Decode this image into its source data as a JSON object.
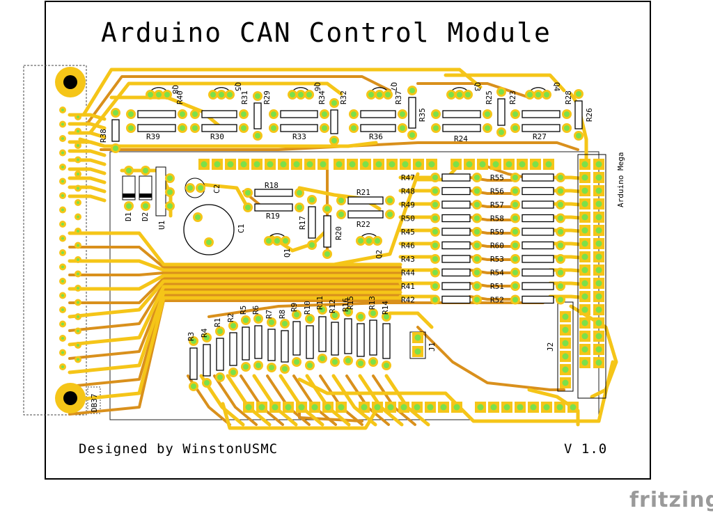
{
  "board": {
    "title": "Arduino CAN Control Module",
    "designer": "Designed by WinstonUSMC",
    "version": "V 1.0",
    "mega_label": "Arduino Mega",
    "connector_label": "DB37",
    "watermark": "fritzing"
  },
  "colors": {
    "trace_top": "#f5c518",
    "trace_bottom": "#d9901c",
    "pad": "#7be04a",
    "pad_ring": "#f5c518",
    "mount_hole": "#f5c518",
    "background": "#ffffff"
  },
  "transistors": [
    "Q8",
    "Q5",
    "Q6",
    "Q7",
    "Q3",
    "Q4",
    "Q1",
    "Q2"
  ],
  "top_resistors": [
    "R40",
    "R39",
    "R31",
    "R30",
    "R29",
    "R34",
    "R33",
    "R32",
    "R37",
    "R36",
    "R35",
    "R25",
    "R24",
    "R23",
    "R28",
    "R27",
    "R26",
    "R38"
  ],
  "mid_parts": [
    "R18",
    "R19",
    "R17",
    "R20",
    "R21",
    "R22",
    "C1",
    "C2",
    "D1",
    "D2",
    "U1",
    "J1",
    "J2"
  ],
  "left_array": [
    "R47",
    "R48",
    "R49",
    "R50",
    "R45",
    "R46",
    "R43",
    "R44",
    "R41",
    "R42"
  ],
  "right_array": [
    "R55",
    "R56",
    "R57",
    "R58",
    "R59",
    "R60",
    "R53",
    "R54",
    "R51",
    "R52"
  ],
  "bottom_resistors": [
    "R3",
    "R4",
    "R1",
    "R2",
    "R5",
    "R6",
    "R7",
    "R8",
    "R9",
    "R10",
    "R11",
    "R12",
    "R16",
    "R15",
    "R13",
    "R14"
  ]
}
